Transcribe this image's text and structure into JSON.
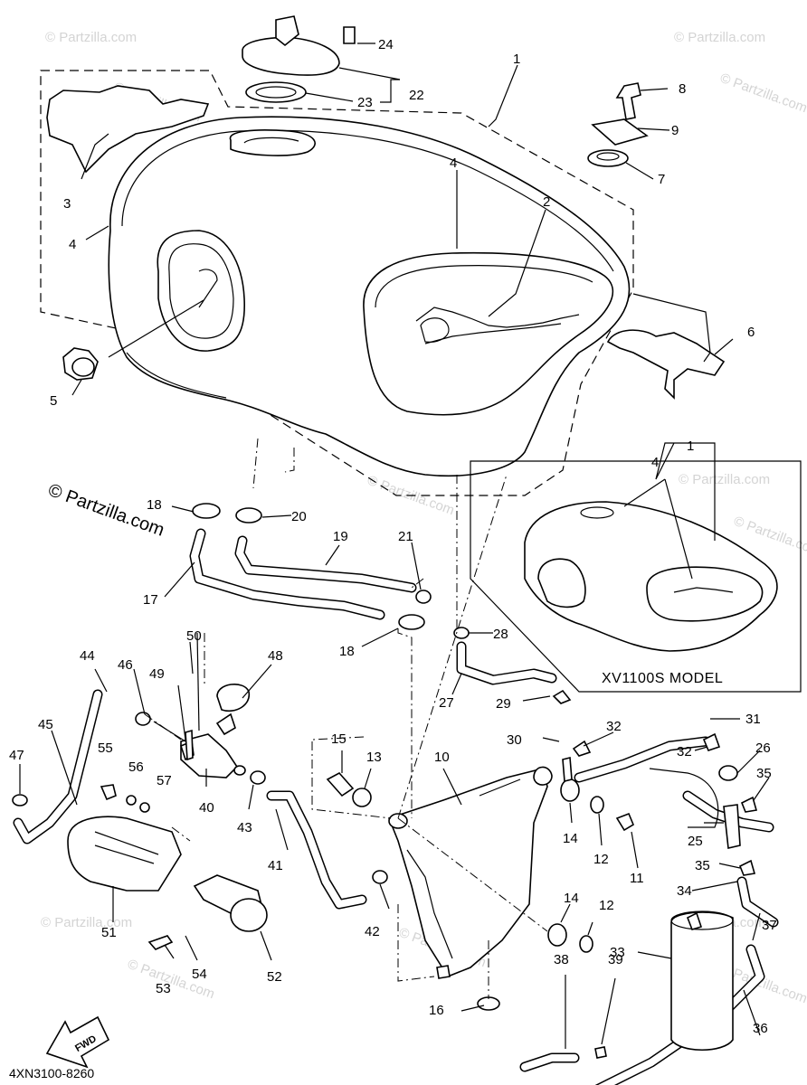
{
  "diagram_code": "4XN3100-8260",
  "model_box_label": "XV1100S MODEL",
  "fwd_label": "FWD",
  "watermark_main": "© Partzilla.com",
  "watermark_faint": "© Partzilla.com",
  "callouts": [
    "1",
    "2",
    "3",
    "4",
    "4",
    "5",
    "6",
    "7",
    "8",
    "9",
    "22",
    "23",
    "24",
    "18",
    "20",
    "19",
    "21",
    "17",
    "18",
    "28",
    "27",
    "29",
    "1",
    "4",
    "44",
    "50",
    "48",
    "46",
    "49",
    "45",
    "47",
    "55",
    "56",
    "57",
    "40",
    "43",
    "41",
    "15",
    "13",
    "10",
    "30",
    "32",
    "31",
    "32",
    "26",
    "35",
    "14",
    "12",
    "11",
    "25",
    "35",
    "34",
    "37",
    "42",
    "14",
    "12",
    "33",
    "51",
    "53",
    "54",
    "52",
    "16",
    "38",
    "39",
    "36"
  ]
}
